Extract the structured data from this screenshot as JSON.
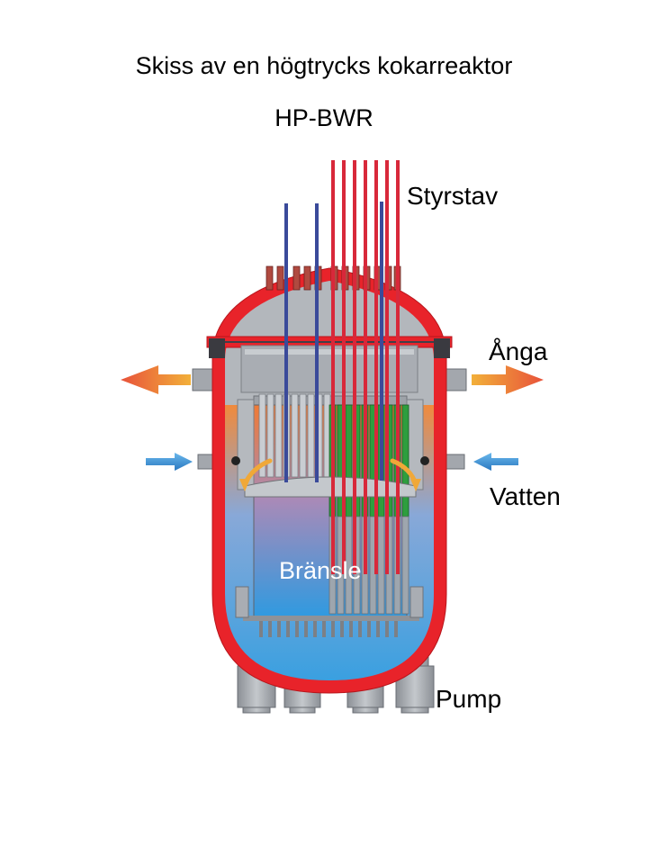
{
  "title": "Skiss av en högtrycks kokarreaktor",
  "subtitle": "HP-BWR",
  "labels": {
    "control_rod": "Styrstav",
    "steam": "Ånga",
    "water": "Vatten",
    "fuel": "Bränsle",
    "pump": "Pump"
  },
  "colors": {
    "vessel_wall": "#e8232a",
    "steam_arrow": "#e8633a",
    "water_arrow": "#3a8ad0",
    "fuel_rods": "#2a9a3a",
    "metal": "#a9adb3",
    "hot_water": "#f08a3c",
    "cool_water": "#3aa0e0"
  }
}
